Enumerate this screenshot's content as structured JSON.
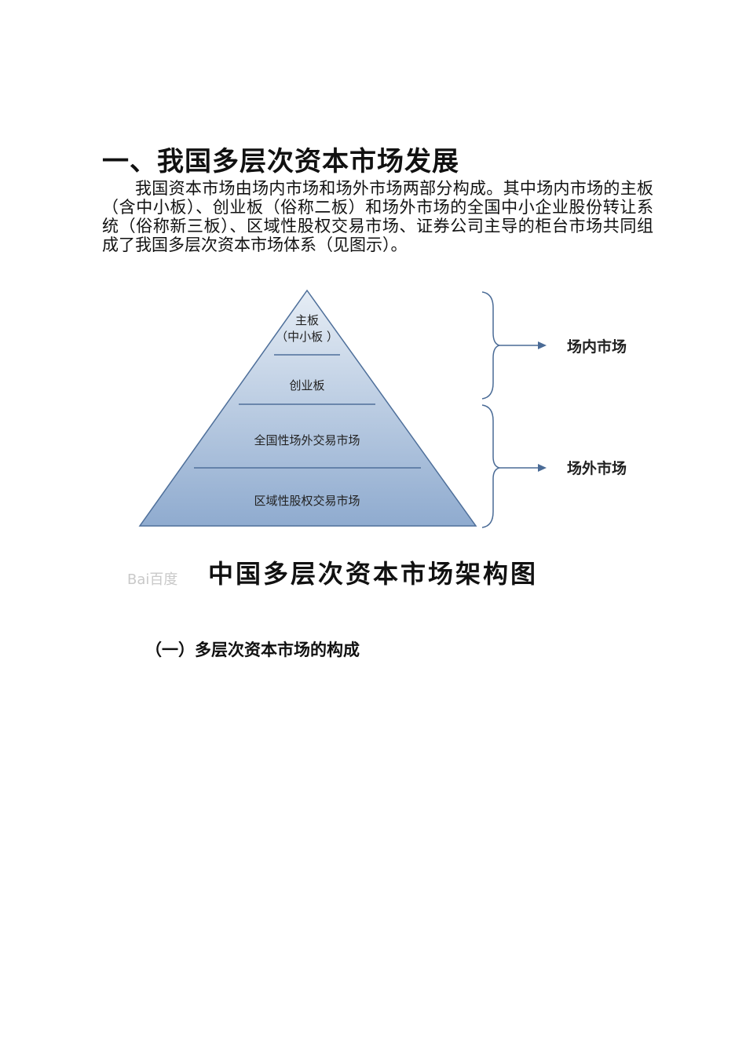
{
  "heading": "一、我国多层次资本市场发展",
  "paragraph": "我国资本市场由场内市场和场外市场两部分构成。其中场内市场的主板（含中小板）、创业板（俗称二板）和场外市场的全国中小企业股份转让系统（俗称新三板）、区域性股权交易市场、证券公司主导的柜台市场共同组成了我国多层次资本市场体系（见图示）。",
  "figure": {
    "tiers": [
      {
        "line1": "主板",
        "line2": "（中小板 ）"
      },
      {
        "line1": "创业板"
      },
      {
        "line1": "全国性场外交易市场"
      },
      {
        "line1": "区域性股权交易市场"
      }
    ],
    "on_exchange_label": "场内市场",
    "off_exchange_label": "场外市场",
    "caption": "中国多层次资本市场架构图",
    "watermark": "Bai百度",
    "colors": {
      "pyramid_top": "#e6edf5",
      "pyramid_bottom": "#8fabcf",
      "outline": "#4e6f9a",
      "arrow": "#4a6b96"
    }
  },
  "subheading": "（一）多层次资本市场的构成"
}
